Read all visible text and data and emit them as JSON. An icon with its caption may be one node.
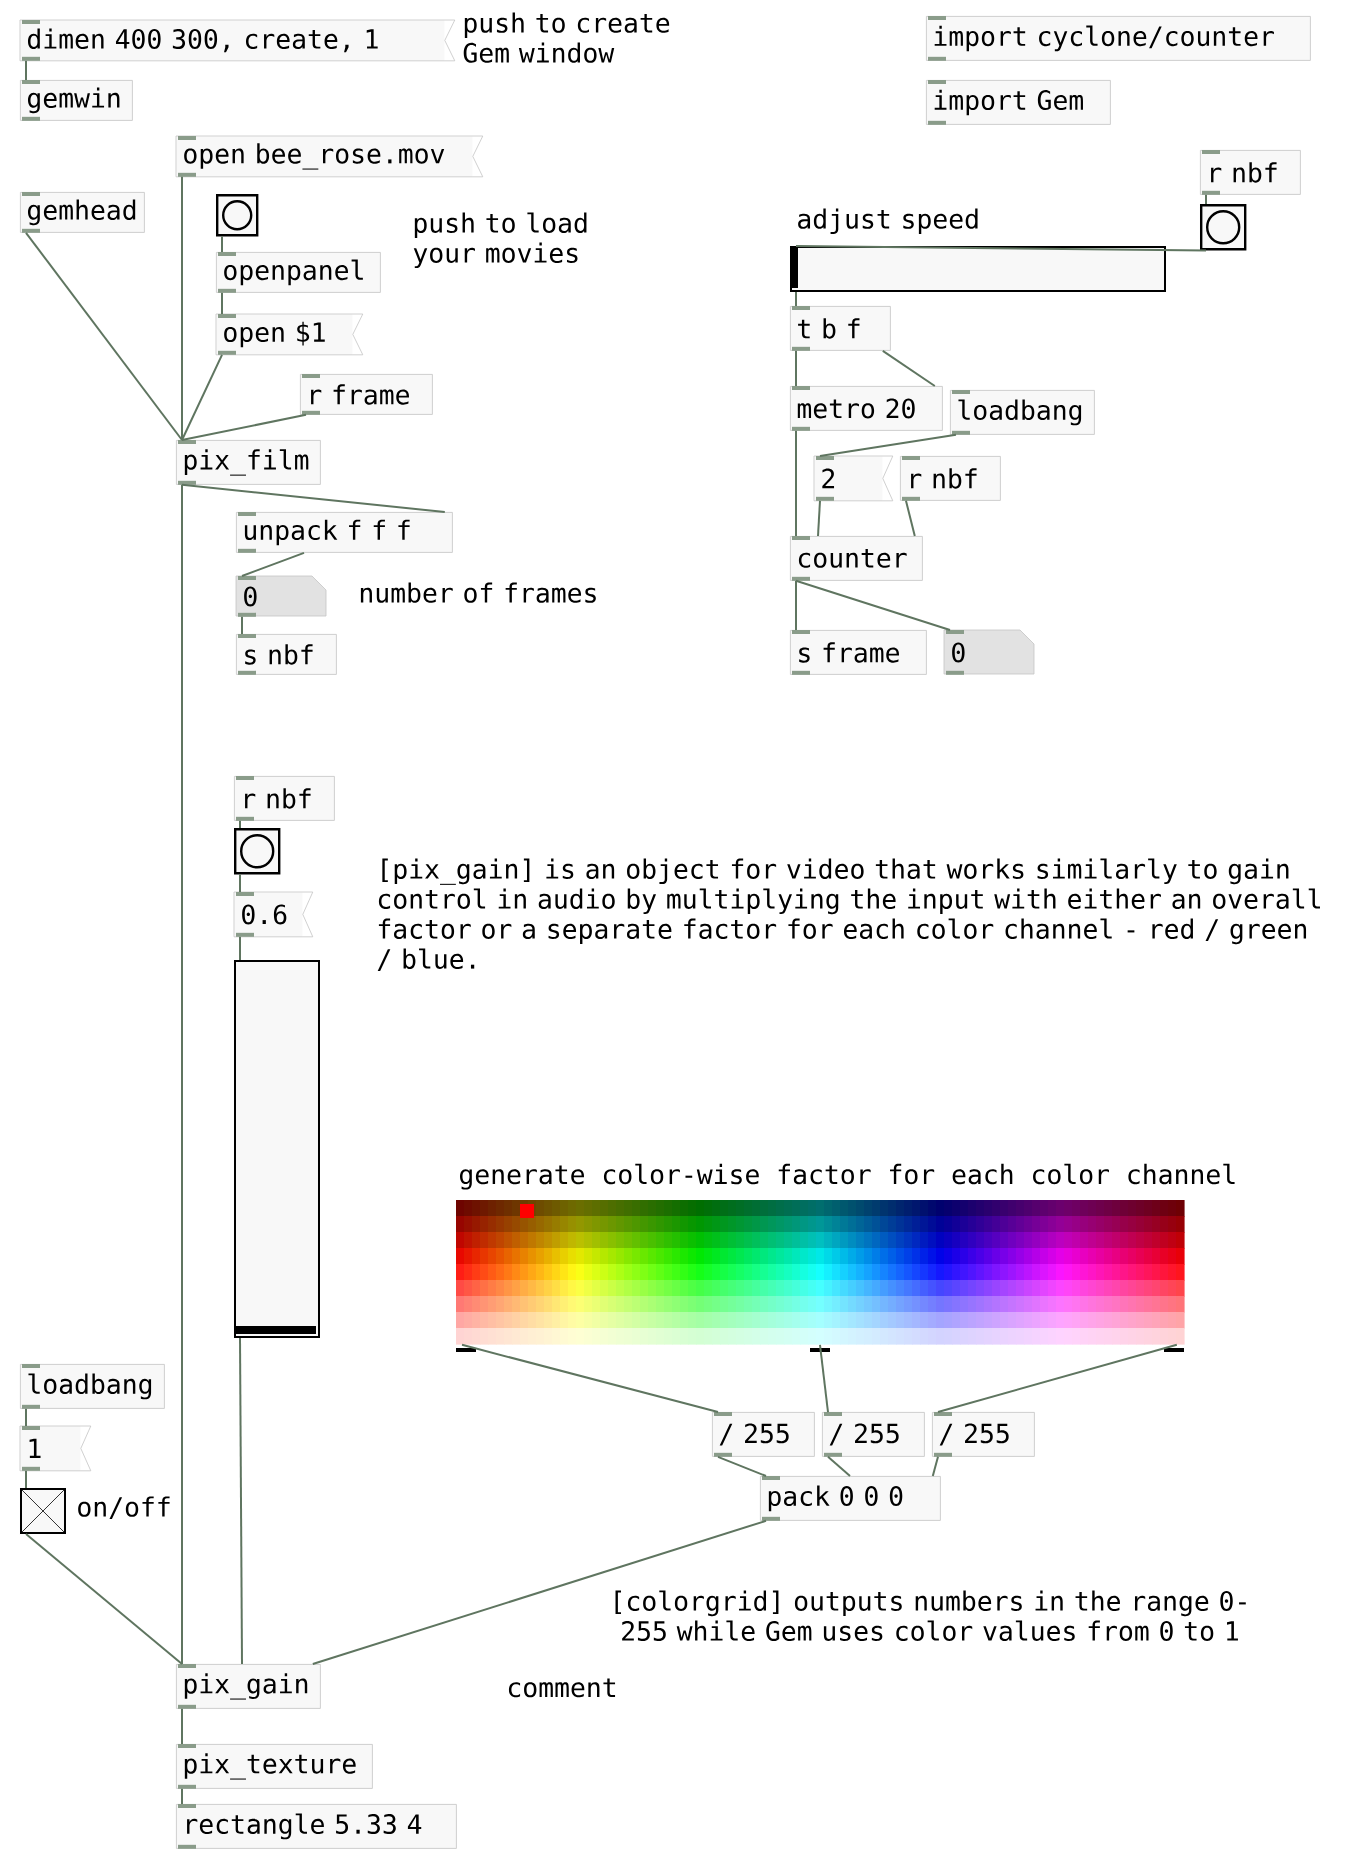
{
  "diagram": {
    "nodes": [
      {
        "text": [
          "dimen 400 300, create, 1"
        ]
      },
      {
        "text": [
          "gemwin"
        ]
      },
      {
        "text": [
          "open bee_rose.mov"
        ]
      },
      {
        "text": [
          "gemhead"
        ]
      },
      {
        "text": [],
        "shape": "box"
      },
      {
        "text": [
          "openpanel"
        ]
      },
      {
        "text": [
          "open $1"
        ]
      },
      {
        "text": [
          "r frame"
        ]
      },
      {
        "text": [
          "pix_film"
        ]
      },
      {
        "text": [
          "unpack f f f"
        ]
      },
      {
        "text": [
          "0"
        ]
      },
      {
        "text": [
          "s nbf"
        ]
      },
      {
        "text": [
          "import cyclone/counter"
        ]
      },
      {
        "text": [
          "import Gem"
        ]
      },
      {
        "text": [
          "r nbf"
        ]
      },
      {
        "text": [],
        "shape": "box"
      },
      {
        "text": [],
        "shape": "bar"
      },
      {
        "text": [
          "t b f"
        ]
      },
      {
        "text": [
          "metro 20"
        ]
      },
      {
        "text": [
          "loadbang"
        ]
      },
      {
        "text": [
          "2"
        ]
      },
      {
        "text": [
          "r nbf"
        ]
      },
      {
        "text": [
          "counter"
        ]
      },
      {
        "text": [
          "s frame"
        ]
      },
      {
        "text": [
          "0"
        ]
      },
      {
        "text": [
          "r nbf"
        ]
      },
      {
        "text": [],
        "shape": "box"
      },
      {
        "text": [
          "0.6"
        ]
      },
      {
        "text": [],
        "shape": "bar"
      },
      {
        "text": [],
        "shape": "picture",
        "beside": [
          "generate color-wise factor for each color channel"
        ]
      },
      {
        "text": [
          "loadbang"
        ]
      },
      {
        "text": [
          "1"
        ]
      },
      {
        "text": [],
        "shape": "box"
      },
      {
        "text": [
          "/ 255"
        ]
      },
      {
        "text": [
          "/ 255"
        ]
      },
      {
        "text": [
          "/ 255"
        ]
      },
      {
        "text": [
          "pack 0 0 0"
        ]
      },
      {
        "text": [
          "pix_gain"
        ]
      },
      {
        "text": [
          "pix_texture"
        ]
      },
      {
        "text": [
          "rectangle 5.33 4"
        ]
      }
    ],
    "edges": [
      {
        "from": 0,
        "to": 1,
        "arrow": "none"
      },
      {
        "from": 2,
        "to": 8,
        "arrow": "none"
      },
      {
        "from": 3,
        "to": 8,
        "arrow": "none"
      },
      {
        "from": 4,
        "to": 5,
        "arrow": "none"
      },
      {
        "from": 5,
        "to": 6,
        "arrow": "none"
      },
      {
        "from": 6,
        "to": 8,
        "arrow": "none"
      },
      {
        "from": 7,
        "to": 8,
        "arrow": "none"
      },
      {
        "from": 8,
        "to": 9,
        "arrow": "none"
      },
      {
        "from": 9,
        "to": 10,
        "arrow": "none"
      },
      {
        "from": 10,
        "to": 11,
        "arrow": "none"
      },
      {
        "from": 8,
        "to": 37,
        "arrow": "none"
      },
      {
        "from": 14,
        "to": 15,
        "arrow": "none"
      },
      {
        "from": 15,
        "to": 16,
        "arrow": "none"
      },
      {
        "from": 16,
        "to": 17,
        "arrow": "none"
      },
      {
        "from": 17,
        "to": 18,
        "arrow": "none"
      },
      {
        "from": 17,
        "to": 18,
        "arrow": "none"
      },
      {
        "from": 18,
        "to": 22,
        "arrow": "none"
      },
      {
        "from": 19,
        "to": 20,
        "arrow": "none"
      },
      {
        "from": 20,
        "to": 22,
        "arrow": "none"
      },
      {
        "from": 21,
        "to": 22,
        "arrow": "none"
      },
      {
        "from": 22,
        "to": 23,
        "arrow": "none"
      },
      {
        "from": 22,
        "to": 24,
        "arrow": "none"
      },
      {
        "from": 25,
        "to": 26,
        "arrow": "none"
      },
      {
        "from": 26,
        "to": 27,
        "arrow": "none"
      },
      {
        "from": 27,
        "to": 28,
        "arrow": "none"
      },
      {
        "from": 28,
        "to": 37,
        "arrow": "none"
      },
      {
        "from": 29,
        "to": 33,
        "arrow": "none"
      },
      {
        "from": 29,
        "to": 34,
        "arrow": "none"
      },
      {
        "from": 29,
        "to": 35,
        "arrow": "none"
      },
      {
        "from": 33,
        "to": 36,
        "arrow": "none"
      },
      {
        "from": 34,
        "to": 36,
        "arrow": "none"
      },
      {
        "from": 35,
        "to": 36,
        "arrow": "none"
      },
      {
        "from": 36,
        "to": 37,
        "arrow": "none"
      },
      {
        "from": 30,
        "to": 31,
        "arrow": "none"
      },
      {
        "from": 31,
        "to": 32,
        "arrow": "none"
      },
      {
        "from": 32,
        "to": 37,
        "arrow": "none"
      },
      {
        "from": 37,
        "to": 38,
        "arrow": "none"
      },
      {
        "from": 38,
        "to": 39,
        "arrow": "none"
      }
    ],
    "labels": [
      "push to create Gem window",
      "push to load your movies",
      "adjust speed",
      "number of frames",
      "[pix_gain] is an object for video that works similarly to gain control in audio by multiplying the input with either an overall factor or a separate factor for each color channel - red / green / blue.",
      "on/off",
      "[colorgrid] outputs numbers in the range 0-255 while Gem uses color values from 0 to 1",
      "comment"
    ]
  }
}
